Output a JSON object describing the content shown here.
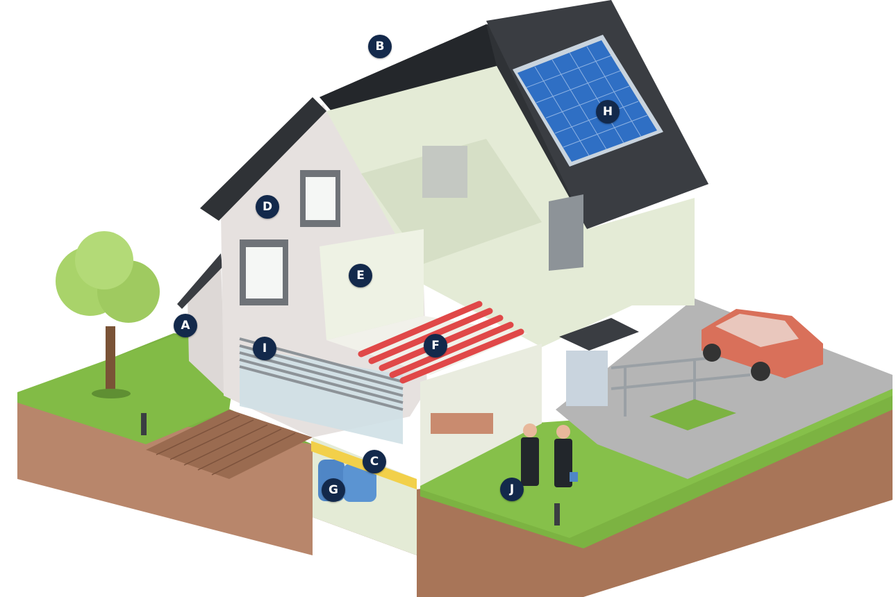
{
  "markers": [
    {
      "id": "A",
      "label": "A"
    },
    {
      "id": "B",
      "label": "B"
    },
    {
      "id": "C",
      "label": "C"
    },
    {
      "id": "D",
      "label": "D"
    },
    {
      "id": "E",
      "label": "E"
    },
    {
      "id": "F",
      "label": "F"
    },
    {
      "id": "G",
      "label": "G"
    },
    {
      "id": "H",
      "label": "H"
    },
    {
      "id": "I",
      "label": "I"
    },
    {
      "id": "J",
      "label": "J"
    }
  ],
  "colors": {
    "marker": "#13294b",
    "roof": "#3a3d42",
    "wall": "#e6e1df",
    "interior": "#e4ebd6",
    "grass": "#7cb342",
    "soil": "#b8866b",
    "deck": "#9a6b50",
    "solar": "#2f6fc4",
    "underfloor_heating": "#e04848",
    "car": "#d9705a",
    "tree": "#a9d36a",
    "tank": "#4f86c6",
    "pavement": "#b5b5b5"
  }
}
